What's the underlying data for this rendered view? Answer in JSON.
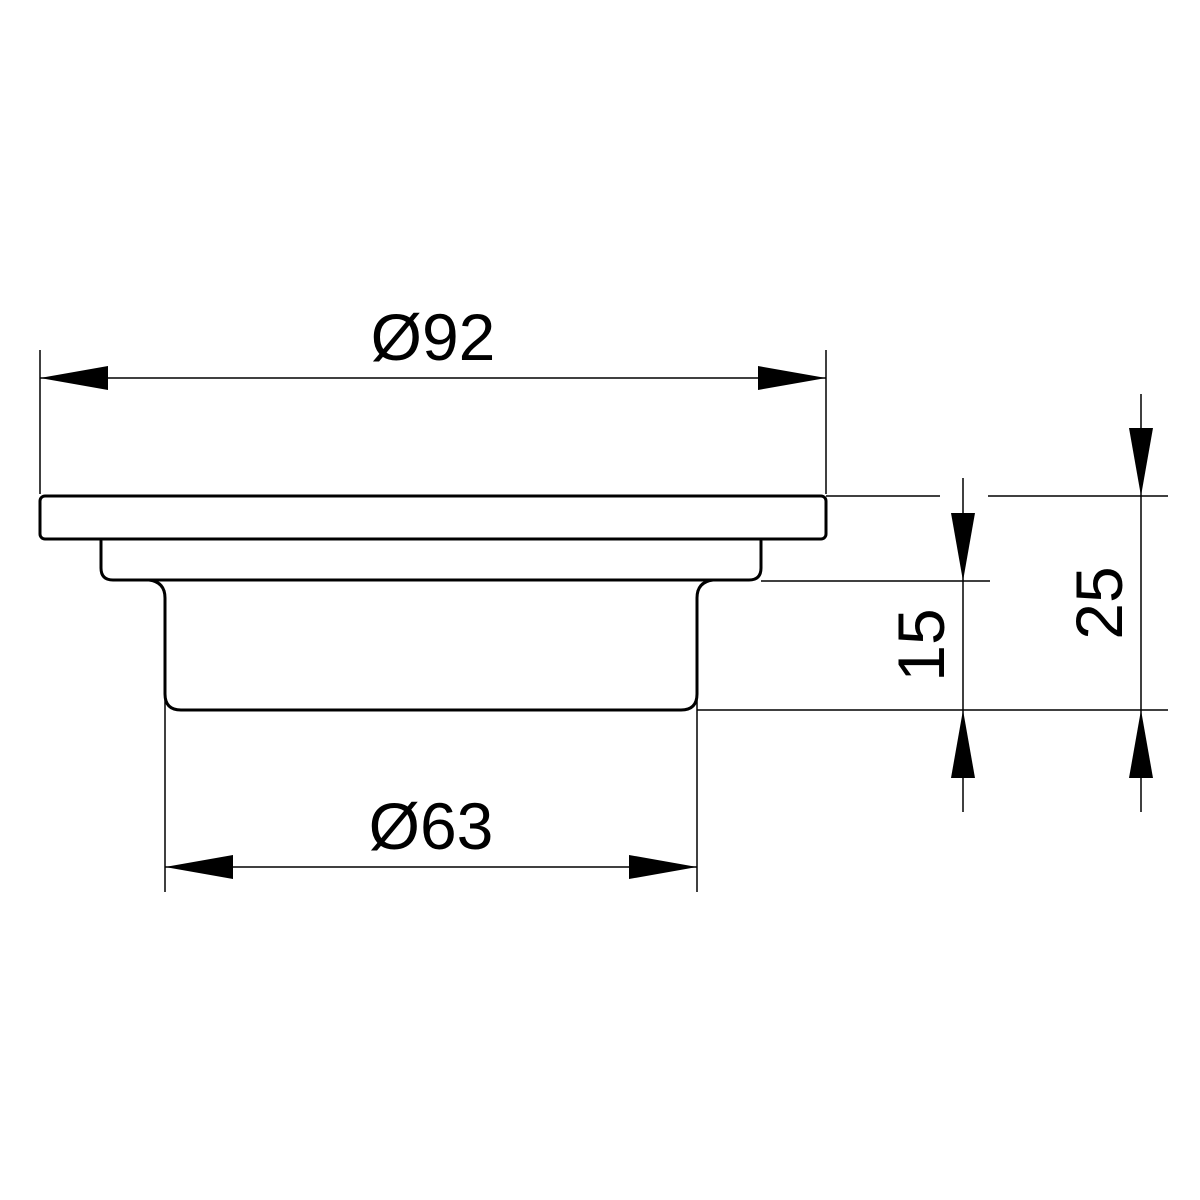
{
  "dimensions": {
    "top_diameter": "Ø92",
    "bottom_diameter": "Ø63",
    "inner_height": "15",
    "total_height": "25"
  }
}
